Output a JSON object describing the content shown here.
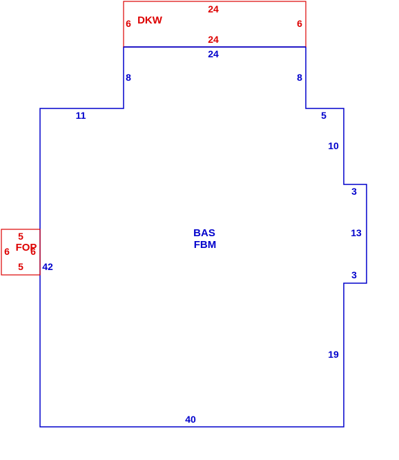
{
  "colors": {
    "main": "#0000cc",
    "addon": "#dd0000",
    "background": "#ffffff"
  },
  "bas": {
    "code": "BAS",
    "subcode": "FBM",
    "dims": {
      "top_left": "11",
      "left_step": "8",
      "top_middle": "24",
      "right_step": "8",
      "right_upper_run": "5",
      "right_upper": "10",
      "bump_top": "3",
      "bump_side": "13",
      "bump_bottom": "3",
      "right_lower": "19",
      "bottom": "40",
      "left": "42"
    }
  },
  "dkw": {
    "code": "DKW",
    "dims": {
      "top": "24",
      "bottom": "24",
      "left": "6",
      "right": "6"
    }
  },
  "fop": {
    "code": "FOP",
    "dims": {
      "top": "5",
      "bottom": "5",
      "left": "6",
      "right": "6"
    }
  }
}
